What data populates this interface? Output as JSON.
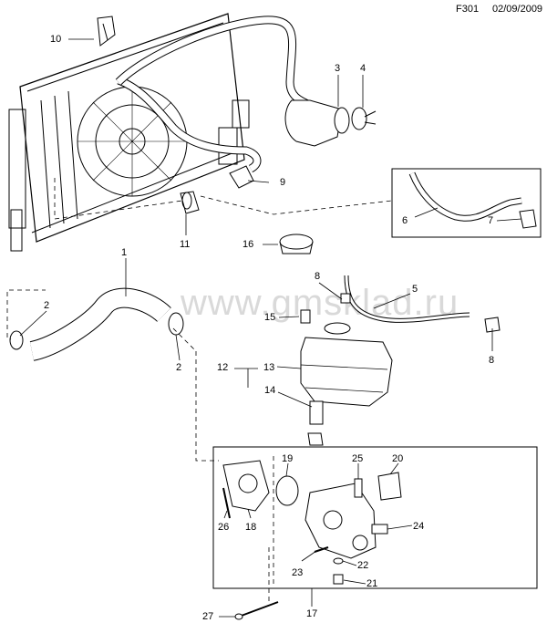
{
  "header": {
    "code": "F301",
    "date": "02/09/2009"
  },
  "watermark": "www.gmsklad.ru",
  "callouts": {
    "c1": "1",
    "c2a": "2",
    "c2b": "2",
    "c3": "3",
    "c4": "4",
    "c5": "5",
    "c6": "6",
    "c7": "7",
    "c8a": "8",
    "c8b": "8",
    "c9": "9",
    "c10": "10",
    "c11": "11",
    "c12": "12",
    "c13": "13",
    "c14": "14",
    "c15": "15",
    "c16": "16",
    "c17": "17",
    "c18": "18",
    "c19": "19",
    "c20": "20",
    "c21": "21",
    "c22": "22",
    "c23": "23",
    "c24": "24",
    "c25": "25",
    "c26": "26",
    "c27": "27"
  },
  "colors": {
    "line": "#000000",
    "watermark": "#d9d9d9",
    "background": "#ffffff"
  }
}
